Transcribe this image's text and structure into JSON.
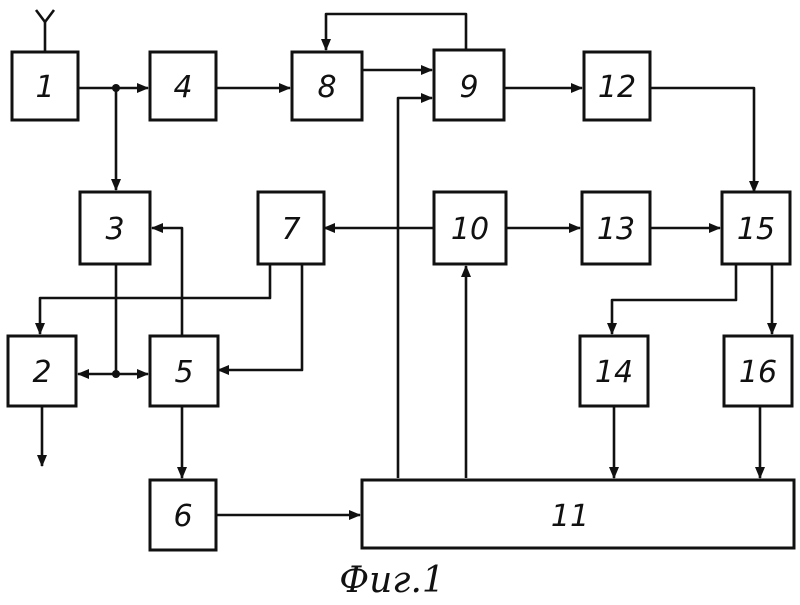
{
  "blocks": {
    "b1": "1",
    "b2": "2",
    "b3": "3",
    "b4": "4",
    "b5": "5",
    "b6": "6",
    "b7": "7",
    "b8": "8",
    "b9": "9",
    "b10": "10",
    "b11": "11",
    "b12": "12",
    "b13": "13",
    "b14": "14",
    "b15": "15",
    "b16": "16"
  },
  "caption": "Фиг.1"
}
